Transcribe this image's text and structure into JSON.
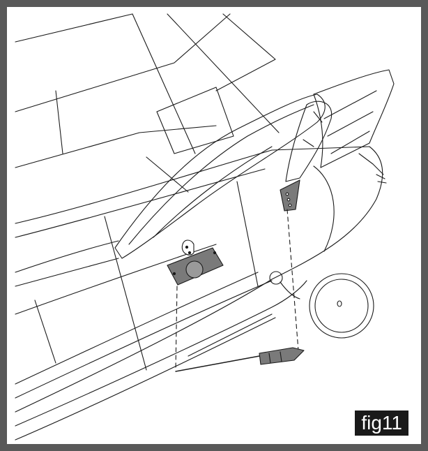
{
  "figure": {
    "label": "fig11",
    "frame_color": "#595959",
    "line_color": "#1a1a1a",
    "part_fill": "#7a7a7a"
  },
  "parts": [
    {
      "name": "horizontal-stabilizer"
    },
    {
      "name": "vertical-fin"
    },
    {
      "name": "rudder"
    },
    {
      "name": "rudder-control-horn"
    },
    {
      "name": "tail-servo"
    },
    {
      "name": "tail-wheel"
    },
    {
      "name": "screwdriver"
    }
  ]
}
